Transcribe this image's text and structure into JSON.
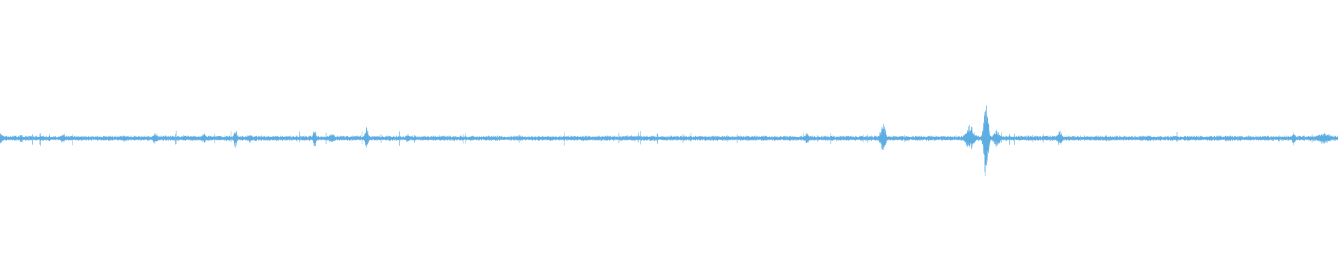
{
  "waveform": {
    "color": "#5dade2",
    "background": "#ffffff",
    "amplitude_range": [
      -1,
      1
    ],
    "baseline": 0,
    "noise_floor": 0.045,
    "events": [
      {
        "t": 0.0,
        "amp": 0.12,
        "spread": 0.004
      },
      {
        "t": 0.016,
        "amp": 0.1,
        "spread": 0.002
      },
      {
        "t": 0.047,
        "amp": 0.12,
        "spread": 0.002
      },
      {
        "t": 0.093,
        "amp": 0.1,
        "spread": 0.002
      },
      {
        "t": 0.116,
        "amp": 0.14,
        "spread": 0.002
      },
      {
        "t": 0.152,
        "amp": 0.12,
        "spread": 0.002
      },
      {
        "t": 0.176,
        "amp": 0.23,
        "spread": 0.0015
      },
      {
        "t": 0.187,
        "amp": 0.1,
        "spread": 0.002
      },
      {
        "t": 0.235,
        "amp": 0.25,
        "spread": 0.0015
      },
      {
        "t": 0.248,
        "amp": 0.12,
        "spread": 0.003
      },
      {
        "t": 0.274,
        "amp": 0.26,
        "spread": 0.0015
      },
      {
        "t": 0.305,
        "amp": 0.1,
        "spread": 0.002
      },
      {
        "t": 0.603,
        "amp": 0.16,
        "spread": 0.002
      },
      {
        "t": 0.66,
        "amp": 0.36,
        "spread": 0.0025
      },
      {
        "t": 0.725,
        "amp": 0.3,
        "spread": 0.004
      },
      {
        "t": 0.737,
        "amp": 0.91,
        "spread": 0.0022
      },
      {
        "t": 0.745,
        "amp": 0.2,
        "spread": 0.003
      },
      {
        "t": 0.792,
        "amp": 0.2,
        "spread": 0.002
      },
      {
        "t": 0.858,
        "amp": 0.08,
        "spread": 0.002
      },
      {
        "t": 0.917,
        "amp": 0.07,
        "spread": 0.002
      },
      {
        "t": 0.967,
        "amp": 0.18,
        "spread": 0.0015
      },
      {
        "t": 0.99,
        "amp": 0.14,
        "spread": 0.006
      }
    ]
  }
}
